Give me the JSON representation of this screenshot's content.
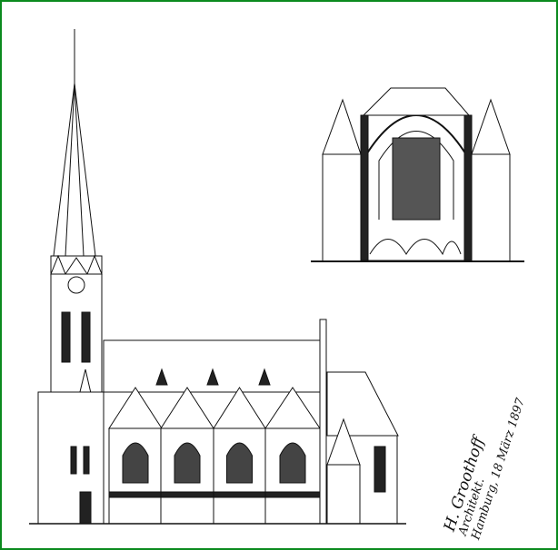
{
  "drawing": {
    "subject": "church-elevation-and-section",
    "border_color": "#0b8a1e"
  },
  "signature": {
    "name": "H. Groothoff",
    "title": "Architekt.",
    "place_date": "Hamburg, 18 März 1897"
  }
}
